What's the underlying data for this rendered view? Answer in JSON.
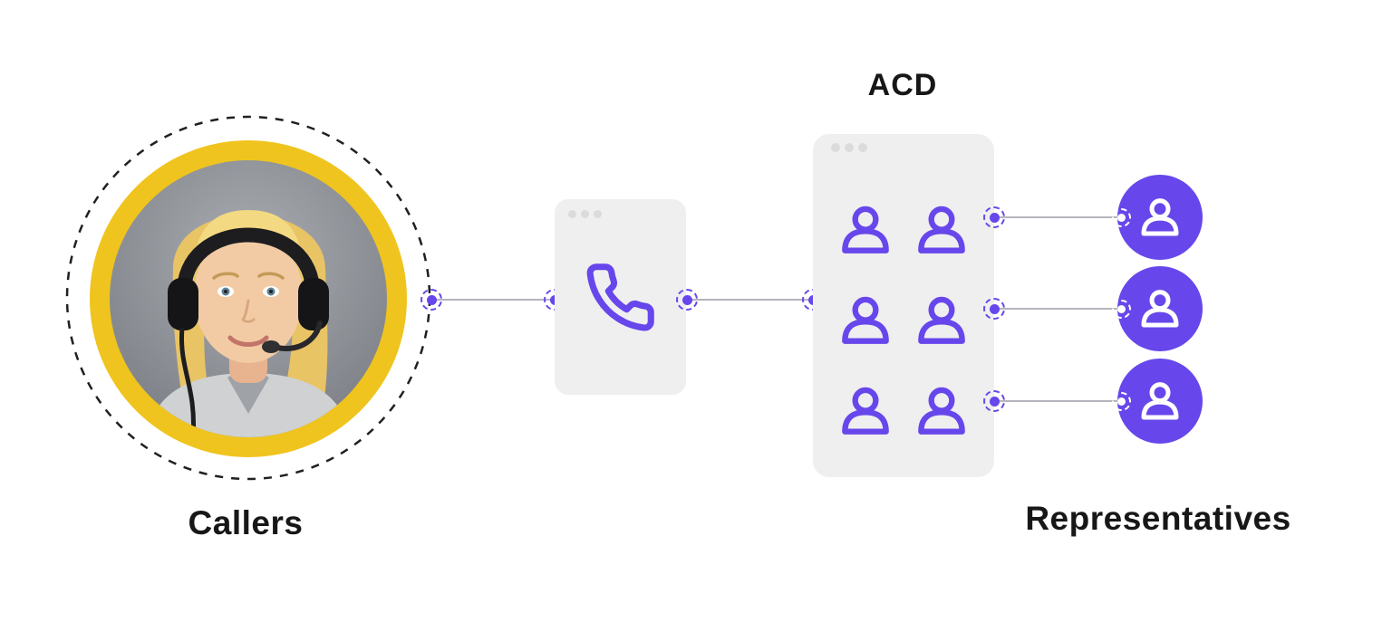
{
  "diagram": {
    "caller": {
      "label": "Callers",
      "photo_description": "woman wearing headset",
      "ring_color": "#F0C41E"
    },
    "phone_card": {
      "icon": "phone-icon",
      "window_dot_count": 3
    },
    "acd": {
      "title": "ACD",
      "agent_count": 6,
      "grid": {
        "rows": 3,
        "cols": 2
      },
      "window_dot_count": 3
    },
    "representatives": {
      "label": "Representatives",
      "count": 3
    },
    "colors": {
      "accent_purple": "#6747EB",
      "ring_yellow": "#F0C41E",
      "card_gray": "#EFEFF0",
      "connector_gray": "#B6B4BC",
      "text_dark": "#171717"
    }
  }
}
